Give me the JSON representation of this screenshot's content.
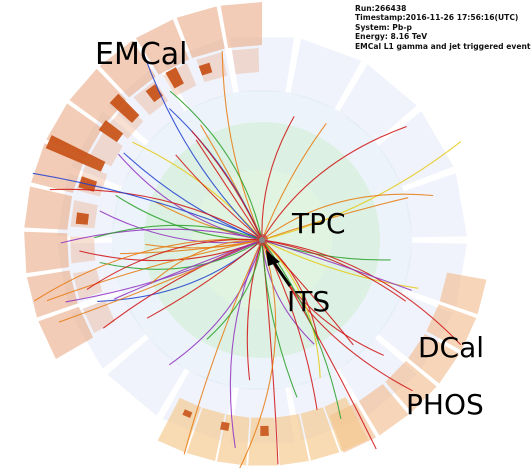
{
  "event_info": {
    "run": "Run:266438",
    "timestamp": "Timestamp:2016-11-26 17:56:16(UTC)",
    "system": "System: Pb-p",
    "energy": "Energy: 8.16 TeV",
    "trigger": "EMCal L1 gamma and jet triggered event"
  },
  "detector_labels": {
    "emcal": "EMCal",
    "tpc": "TPC",
    "its": "ITS",
    "dcal": "DCal",
    "phos": "PHOS"
  },
  "colors": {
    "emcal": "#e8a27a",
    "emcal_dark": "#c8541a",
    "dcal": "#f1b98a",
    "phos": "#f5c88a",
    "tpc": "#cfeecf",
    "outer_blue": "#c9d3f2",
    "track_red": "#d01010",
    "track_orange": "#e87a10",
    "track_yellow": "#e8c810",
    "track_green": "#2aa02a",
    "track_blue": "#2040d0",
    "track_purple": "#9030c0"
  }
}
